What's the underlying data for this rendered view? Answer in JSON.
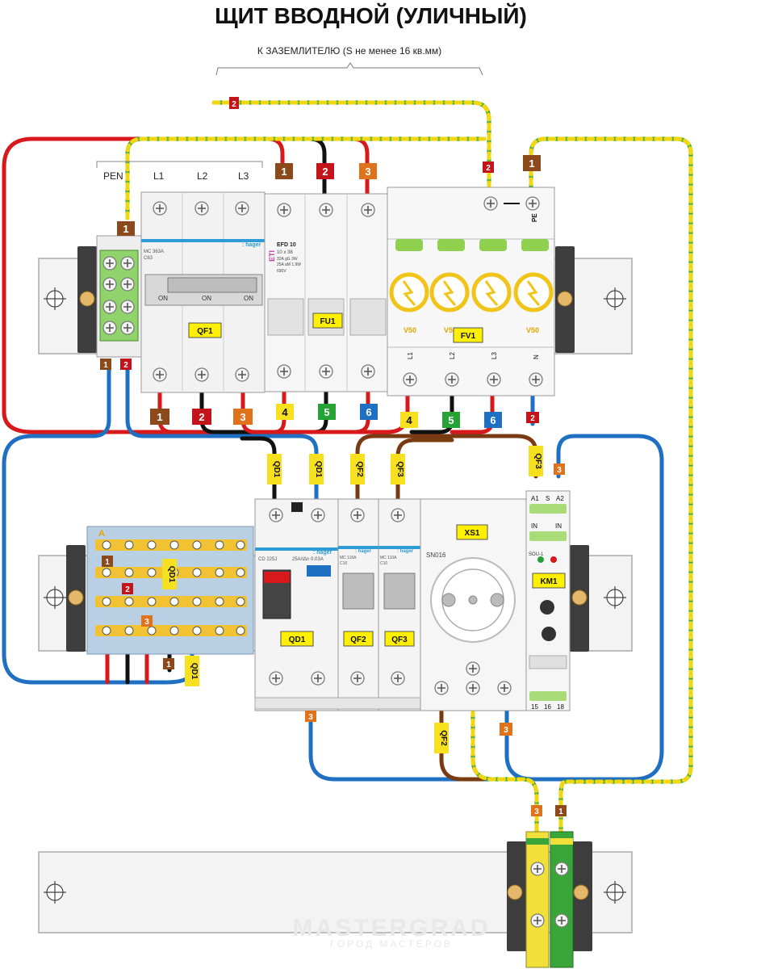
{
  "title": "ЩИТ ВВОДНОЙ (УЛИЧНЫЙ)",
  "ground_note": "К ЗАЗЕМЛИТЕЛЮ (S не менее 16 кв.мм)",
  "bus_labels": {
    "pen": "PEN",
    "l1": "L1",
    "l2": "L2",
    "l3": "L3"
  },
  "qf1": {
    "label": "QF1",
    "brand": ": hager",
    "model": "MC 363A",
    "rating": "C63",
    "on": "ON"
  },
  "fu1": {
    "label": "FU1",
    "brand": "ETI",
    "model": "EFD 10",
    "size": "10 x 38",
    "spec1": "32A gG 3W",
    "spec2": "25A aM 1.9W",
    "voltage": "690V"
  },
  "fv1": {
    "label": "FV1",
    "model": "V50",
    "pe": "PE",
    "terminals": [
      "L1",
      "L2",
      "L3",
      "N"
    ]
  },
  "qd1": {
    "label": "QD1",
    "brand": ": hager",
    "model": "CD 225J",
    "rating": "25A/IΔn 0.03A"
  },
  "qf2": {
    "label": "QF2",
    "brand": ": hager",
    "model": "MC 116A",
    "rating": "C16"
  },
  "qf3": {
    "label": "QF3",
    "brand": ": hager",
    "model": "MC 110A",
    "rating": "C10"
  },
  "xs1": {
    "label": "XS1",
    "model": "SN016"
  },
  "km1": {
    "label": "KM1",
    "model": "SOU-1",
    "top": [
      "A1",
      "S",
      "A2"
    ],
    "in": [
      "IN",
      "IN"
    ],
    "bottom": [
      "15",
      "16",
      "18"
    ]
  },
  "crossblock": {
    "letter": "A"
  },
  "markers": {
    "m1": "1",
    "m2": "2",
    "m3": "3",
    "m4": "4",
    "m5": "5",
    "m6": "6",
    "qd1": "QD1",
    "qf2": "QF2",
    "qf3": "QF3"
  },
  "watermark": {
    "line1": "MASTERGRAD",
    "line2": "ГОРОД МАСТЕРОВ"
  },
  "colors": {
    "phase_l1": "#d7191c",
    "phase_l2": "#111111",
    "phase_l3": "#d7191c",
    "neutral": "#1f6fc2",
    "protective": "#3aa63a",
    "protective_stripe": "#f2d70f",
    "brown": "#7a3b12",
    "label_yellow": "#fff000",
    "marker_red": "#c4141b",
    "marker_orange": "#e0721c",
    "marker_yellow": "#f7e01e",
    "marker_green": "#26a236",
    "marker_blue": "#1f6fc2",
    "marker_brown": "#8c4a1c"
  }
}
